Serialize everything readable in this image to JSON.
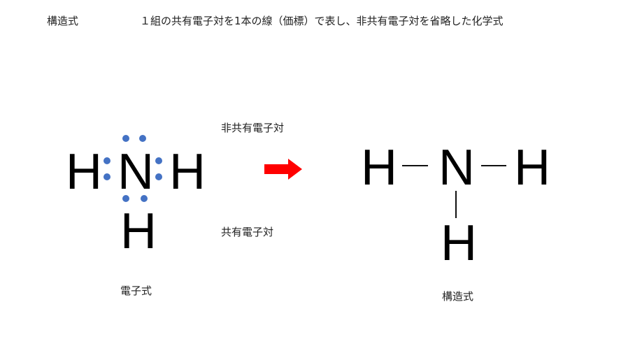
{
  "header": {
    "term": "構造式",
    "definition": "１組の共有電子対を1本の線（価標）で表し、非共有電子対を省略した化学式"
  },
  "electron_formula": {
    "atoms": {
      "left_h": "H",
      "n": "N",
      "right_h": "H",
      "bottom_h": "H"
    },
    "caption": "電子式",
    "dot_color": "#4472C4"
  },
  "annotations": {
    "lone_pair": "非共有電子対",
    "shared_pair": "共有電子対"
  },
  "arrow": {
    "color": "#FF0000"
  },
  "structural_formula": {
    "atoms": {
      "left_h": "H",
      "n": "N",
      "right_h": "H",
      "bottom_h": "H"
    },
    "caption": "構造式"
  }
}
